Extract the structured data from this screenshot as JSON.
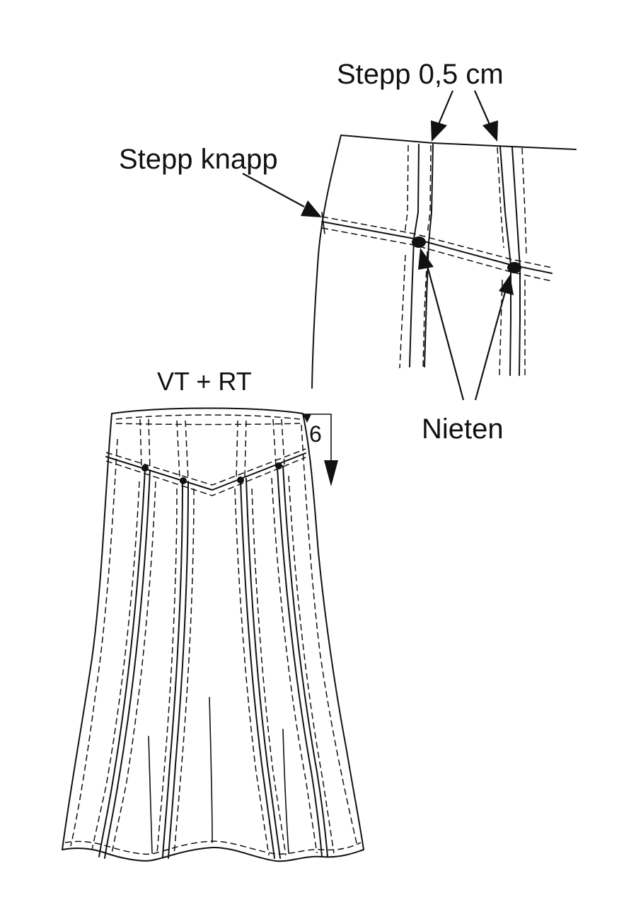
{
  "labels": {
    "stepp_half_cm": "Stepp 0,5 cm",
    "stepp_knapp": "Stepp knapp",
    "nieten": "Nieten",
    "vt_rt": "VT + RT",
    "yoke_depth": "6"
  }
}
